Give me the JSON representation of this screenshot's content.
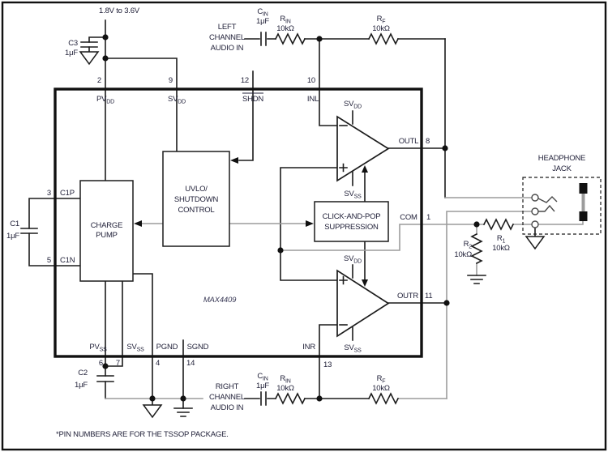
{
  "supply": {
    "label": "1.8V to 3.6V"
  },
  "part": {
    "name": "MAX4409"
  },
  "note": "*PIN NUMBERS ARE FOR THE TSSOP PACKAGE.",
  "ic": {
    "pins": {
      "pvdd": {
        "num": "2",
        "base": "PV",
        "sub": "DD"
      },
      "svdd": {
        "num": "9",
        "base": "SV",
        "sub": "DD"
      },
      "shdn": {
        "num": "12",
        "base": "SHDN",
        "sub": ""
      },
      "inl": {
        "num": "10",
        "base": "INL",
        "sub": ""
      },
      "c1p": {
        "num": "3",
        "base": "C1P",
        "sub": ""
      },
      "c1n": {
        "num": "5",
        "base": "C1N",
        "sub": ""
      },
      "pvss": {
        "num": "6",
        "base": "PV",
        "sub": "SS"
      },
      "svss": {
        "num": "7",
        "base": "SV",
        "sub": "SS"
      },
      "pgnd": {
        "num": "4",
        "base": "PGND",
        "sub": ""
      },
      "sgnd": {
        "num": "14",
        "base": "SGND",
        "sub": ""
      },
      "outl": {
        "num": "8",
        "base": "OUTL",
        "sub": ""
      },
      "com": {
        "num": "1",
        "base": "COM",
        "sub": ""
      },
      "outr": {
        "num": "11",
        "base": "OUTR",
        "sub": ""
      },
      "inr": {
        "num": "13",
        "base": "INR",
        "sub": ""
      }
    },
    "blocks": {
      "charge_pump": [
        "CHARGE",
        "PUMP"
      ],
      "uvlo": [
        "UVLO/",
        "SHUTDOWN",
        "CONTROL"
      ],
      "click_pop": [
        "CLICK-AND-POP",
        "SUPPRESSION"
      ]
    },
    "amp_rails": {
      "svdd_base": "SV",
      "svdd_sub": "DD",
      "svss_base": "SV",
      "svss_sub": "SS"
    }
  },
  "components": {
    "c1": {
      "name": "C1",
      "value": "1μF"
    },
    "c2": {
      "name": "C2",
      "value": "1μF"
    },
    "c3": {
      "name": "C3",
      "value": "1μF"
    },
    "cin": {
      "base": "C",
      "sub": "IN",
      "value": "1μF"
    },
    "rin": {
      "base": "R",
      "sub": "IN",
      "value": "10kΩ"
    },
    "rf": {
      "base": "R",
      "sub": "F",
      "value": "10kΩ"
    },
    "r1": {
      "base": "R",
      "sub": "1",
      "value": "10kΩ"
    },
    "r2": {
      "base": "R",
      "sub": "2",
      "value": "10kΩ"
    }
  },
  "inputs": {
    "left": [
      "LEFT",
      "CHANNEL",
      "AUDIO IN"
    ],
    "right": [
      "RIGHT",
      "CHANNEL",
      "AUDIO IN"
    ]
  },
  "jack": {
    "label": [
      "HEADPHONE",
      "JACK"
    ]
  }
}
